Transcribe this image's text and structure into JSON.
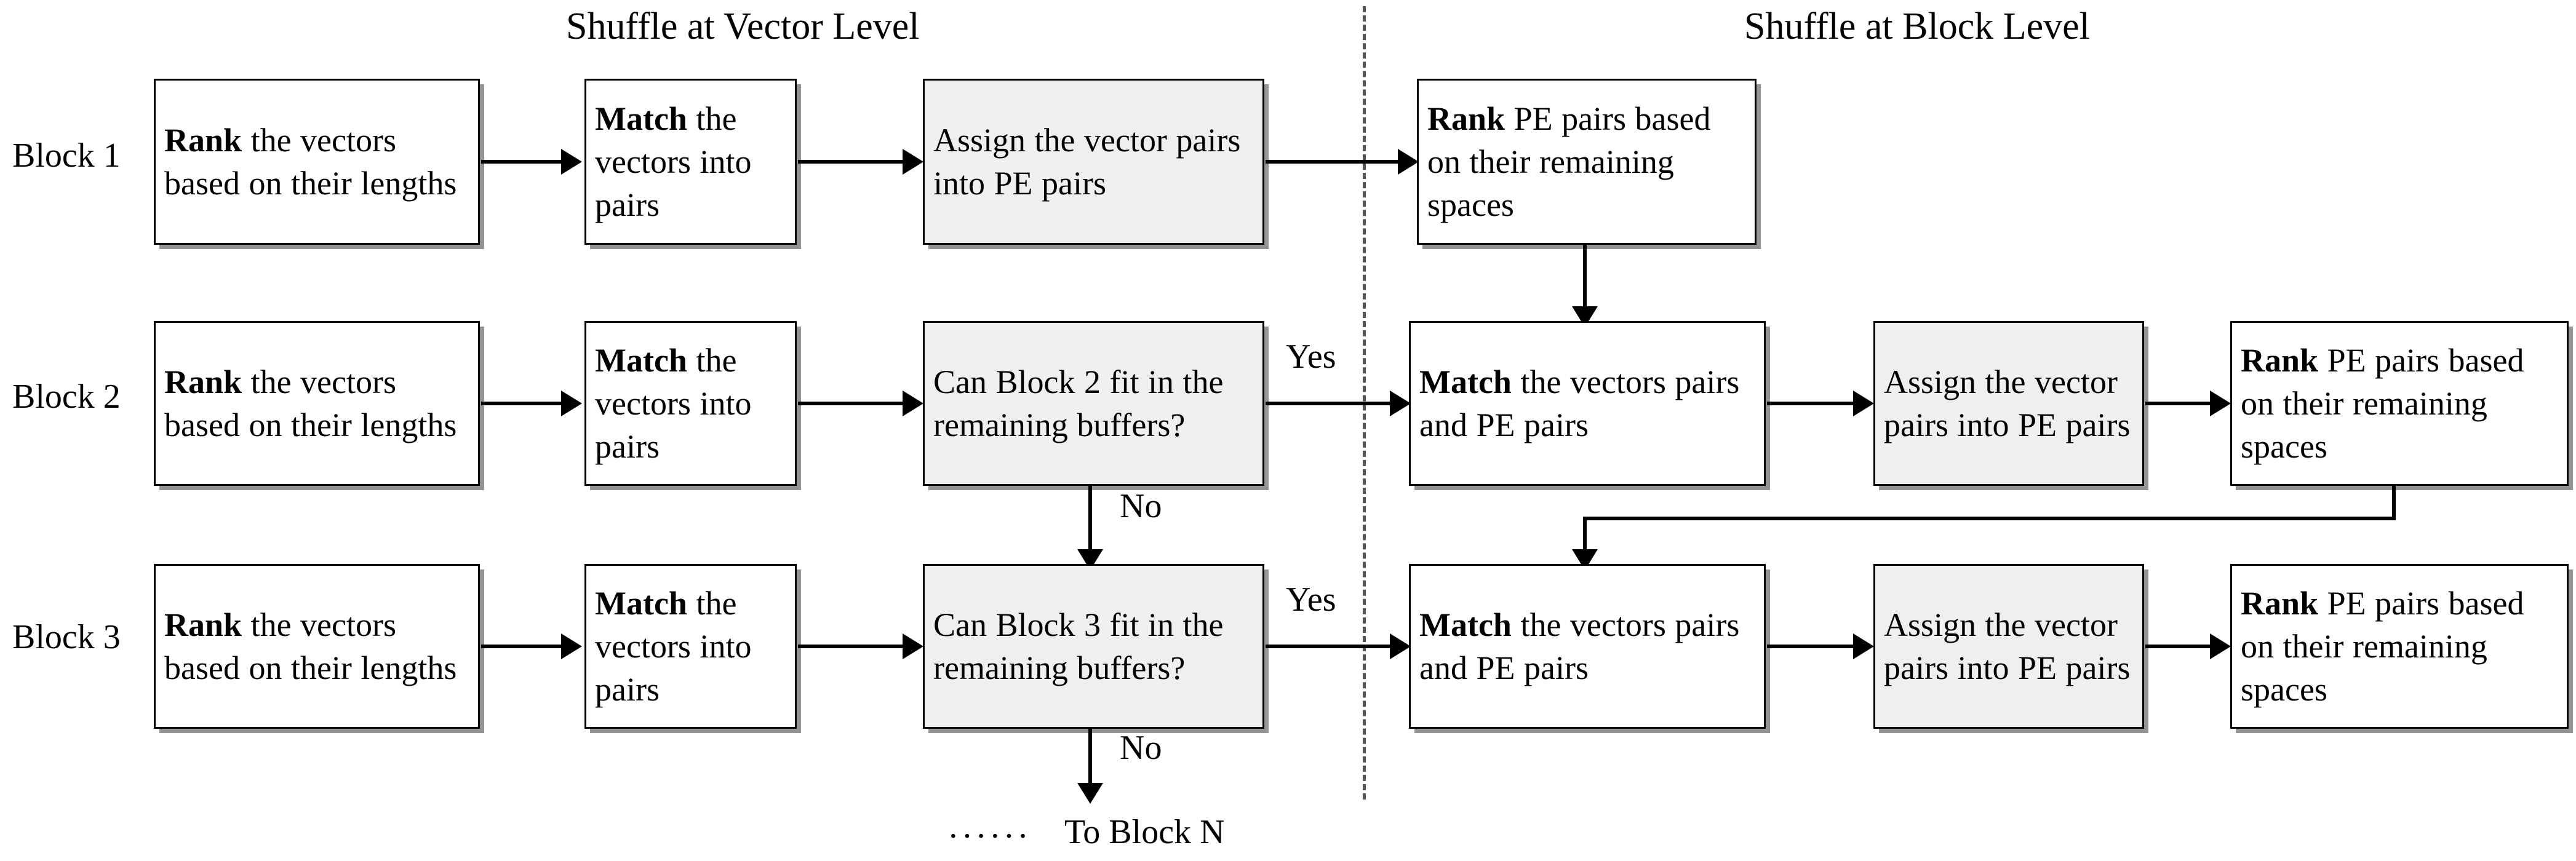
{
  "diagram": {
    "title_left": "Shuffle at Vector Level",
    "title_right": "Shuffle at Block Level",
    "row_labels": [
      "Block 1",
      "Block 2",
      "Block 3"
    ],
    "edge_labels": {
      "yes": "Yes",
      "no": "No"
    },
    "terminator": {
      "dots": "······",
      "text": "To Block N"
    },
    "colors": {
      "stroke": "#000000",
      "box_fill": "#ffffff",
      "box_fill_shaded": "#efefef",
      "divider": "#555555",
      "shadow": "rgba(0,0,0,0.42)",
      "background": "#ffffff"
    },
    "boxes": {
      "r1c1": {
        "bold": "Rank",
        "rest": " the vectors based on their lengths",
        "shaded": false
      },
      "r1c2": {
        "bold": "Match",
        "rest": " the vectors into pairs",
        "shaded": false
      },
      "r1c3": {
        "bold": "",
        "rest": "Assign the vector pairs into PE pairs",
        "shaded": true
      },
      "r1c4": {
        "bold": "Rank",
        "rest": " PE pairs based on their remaining spaces",
        "shaded": false
      },
      "r2c1": {
        "bold": "Rank",
        "rest": " the vectors based on their lengths",
        "shaded": false
      },
      "r2c2": {
        "bold": "Match",
        "rest": " the vectors into pairs",
        "shaded": false
      },
      "r2c3": {
        "bold": "",
        "rest": "Can Block 2 fit in the remaining buffers?",
        "shaded": true
      },
      "r2c4": {
        "bold": "Match",
        "rest": " the vectors pairs and PE pairs",
        "shaded": false
      },
      "r2c5": {
        "bold": "",
        "rest": "Assign the vector pairs into PE pairs",
        "shaded": true
      },
      "r2c6": {
        "bold": "Rank",
        "rest": " PE pairs based on their remaining spaces",
        "shaded": false
      },
      "r3c1": {
        "bold": "Rank",
        "rest": " the vectors based on their lengths",
        "shaded": false
      },
      "r3c2": {
        "bold": "Match",
        "rest": " the vectors into pairs",
        "shaded": false
      },
      "r3c3": {
        "bold": "",
        "rest": "Can Block 3 fit in the remaining buffers?",
        "shaded": true
      },
      "r3c4": {
        "bold": "Match",
        "rest": " the vectors pairs and PE pairs",
        "shaded": false
      },
      "r3c5": {
        "bold": "",
        "rest": "Assign the vector pairs into PE pairs",
        "shaded": true
      },
      "r3c6": {
        "bold": "Rank",
        "rest": " PE pairs based on their remaining spaces",
        "shaded": false
      }
    }
  }
}
